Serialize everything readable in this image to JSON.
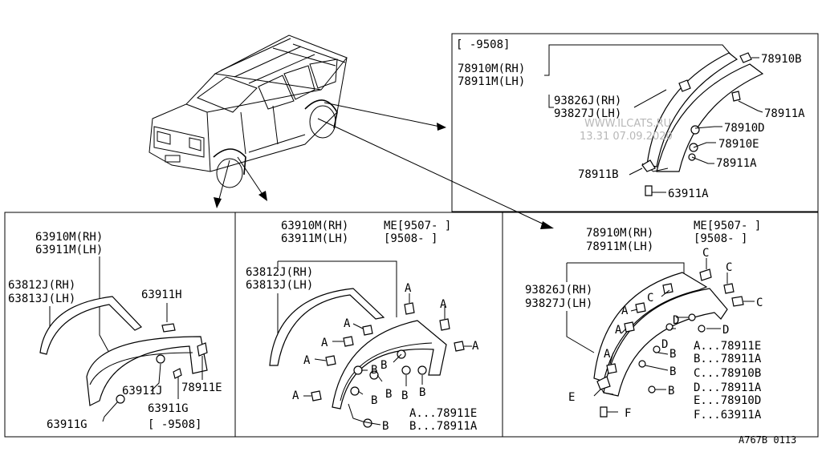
{
  "watermark": {
    "line1": "WWW.ILCATS.RU",
    "line2": "13.31 07.09.2020"
  },
  "footer_code": "A767B 0113",
  "top_right": {
    "date_range": "[    -9508]",
    "main_rh": "78910M(RH)",
    "main_lh": "78911M(LH)",
    "sub_rh": "93826J(RH)",
    "sub_lh": "93827J(LH)",
    "labels": [
      "78910B",
      "78911A",
      "78910D",
      "78910E",
      "78911A",
      "78911B",
      "63911A"
    ]
  },
  "bottom_left": {
    "main_rh": "63910M(RH)",
    "main_lh": "63911M(LH)",
    "sub_rh": "63812J(RH)",
    "sub_lh": "63813J(LH)",
    "labels": [
      "63911H",
      "63911J",
      "78911E",
      "63911G",
      "63911G"
    ],
    "date_range": "[    -9508]"
  },
  "bottom_mid": {
    "main_rh": "63910M(RH)",
    "main_lh": "63911M(LH)",
    "range1": "ME[9507-    ]",
    "range2": "[9508-    ]",
    "sub_rh": "63812J(RH)",
    "sub_lh": "63813J(LH)",
    "legend_a": "A...78911E",
    "legend_b": "B...78911A"
  },
  "bottom_right": {
    "main_rh": "78910M(RH)",
    "main_lh": "78911M(LH)",
    "range1": "ME[9507-    ]",
    "range2": "[9508-    ]",
    "sub_rh": "93826J(RH)",
    "sub_lh": "93827J(LH)",
    "legend": [
      "A...78911E",
      "B...78911A",
      "C...78910B",
      "D...78911A",
      "E...78910D",
      "F...63911A"
    ]
  },
  "callout_letters": {
    "a": "A",
    "b": "B",
    "c": "C",
    "d": "D",
    "e": "E",
    "f": "F"
  }
}
